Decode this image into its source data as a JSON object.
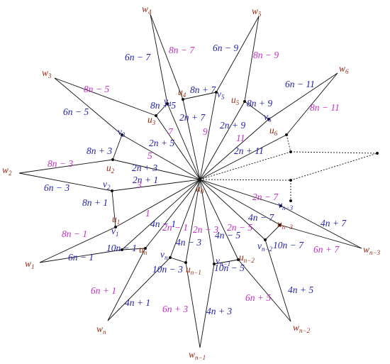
{
  "colors": {
    "vertex_label": "#9c2a12",
    "edge_label_blue": "#1f1fb4",
    "edge_label_magenta": "#c530c5",
    "edge": "#111111"
  },
  "center": {
    "base": "u",
    "sub": "0"
  },
  "vertex_labels": [
    {
      "base": "w",
      "sub": "4"
    },
    {
      "base": "w",
      "sub": "5"
    },
    {
      "base": "w",
      "sub": "3"
    },
    {
      "base": "w",
      "sub": "6"
    },
    {
      "base": "w",
      "sub": "2"
    },
    {
      "base": "w",
      "sub": "1"
    },
    {
      "base": "w",
      "sub": "n−3"
    },
    {
      "base": "w",
      "sub": "n"
    },
    {
      "base": "w",
      "sub": "n−2"
    },
    {
      "base": "w",
      "sub": "n−1"
    },
    {
      "base": "v",
      "sub": "4"
    },
    {
      "base": "v",
      "sub": "5"
    },
    {
      "base": "v",
      "sub": "3"
    },
    {
      "base": "v",
      "sub": "6"
    },
    {
      "base": "v",
      "sub": "2"
    },
    {
      "base": "v",
      "sub": "1"
    },
    {
      "base": "v",
      "sub": "n"
    },
    {
      "base": "v",
      "sub": "n−1"
    },
    {
      "base": "v",
      "sub": "n−2"
    },
    {
      "base": "v",
      "sub": "n−3"
    },
    {
      "base": "u",
      "sub": "4"
    },
    {
      "base": "u",
      "sub": "5"
    },
    {
      "base": "u",
      "sub": "3"
    },
    {
      "base": "u",
      "sub": "6"
    },
    {
      "base": "u",
      "sub": "2"
    },
    {
      "base": "u",
      "sub": "1"
    },
    {
      "base": "u",
      "sub": "n"
    },
    {
      "base": "u",
      "sub": "n−1"
    },
    {
      "base": "u",
      "sub": "n−2"
    },
    {
      "base": "u",
      "sub": "n−3"
    }
  ],
  "edge_labels": [
    {
      "text": "6n − 7",
      "color": "blue"
    },
    {
      "text": "8n − 7",
      "color": "magenta"
    },
    {
      "text": "6n − 9",
      "color": "blue"
    },
    {
      "text": "8n − 9",
      "color": "magenta"
    },
    {
      "text": "8n − 5",
      "color": "magenta"
    },
    {
      "text": "6n − 11",
      "color": "blue"
    },
    {
      "text": "8n − 11",
      "color": "magenta"
    },
    {
      "text": "6n − 5",
      "color": "blue"
    },
    {
      "text": "8n + 5",
      "color": "blue"
    },
    {
      "text": "8n + 7",
      "color": "blue"
    },
    {
      "text": "8n + 9",
      "color": "blue"
    },
    {
      "text": "8n + 3",
      "color": "blue"
    },
    {
      "text": "2n + 7",
      "color": "blue"
    },
    {
      "text": "2n + 9",
      "color": "blue"
    },
    {
      "text": "2n + 5",
      "color": "blue"
    },
    {
      "text": "2n + 11",
      "color": "blue"
    },
    {
      "text": "2n + 3",
      "color": "blue"
    },
    {
      "text": "2n + 1",
      "color": "blue"
    },
    {
      "text": "7",
      "color": "magenta"
    },
    {
      "text": "9",
      "color": "magenta"
    },
    {
      "text": "11",
      "color": "magenta"
    },
    {
      "text": "5",
      "color": "magenta"
    },
    {
      "text": "3",
      "color": "magenta"
    },
    {
      "text": "1",
      "color": "magenta"
    },
    {
      "text": "8n − 3",
      "color": "magenta"
    },
    {
      "text": "6n − 3",
      "color": "blue"
    },
    {
      "text": "8n + 1",
      "color": "blue"
    },
    {
      "text": "8n − 1",
      "color": "magenta"
    },
    {
      "text": "6n − 1",
      "color": "blue"
    },
    {
      "text": "10n − 1",
      "color": "blue"
    },
    {
      "text": "4n − 1",
      "color": "blue"
    },
    {
      "text": "2n − 1",
      "color": "magenta"
    },
    {
      "text": "2n − 3",
      "color": "magenta"
    },
    {
      "text": "4n − 3",
      "color": "blue"
    },
    {
      "text": "4n − 5",
      "color": "blue"
    },
    {
      "text": "2n − 5",
      "color": "magenta"
    },
    {
      "text": "4n − 7",
      "color": "blue"
    },
    {
      "text": "2n − 7",
      "color": "magenta"
    },
    {
      "text": "10n − 3",
      "color": "blue"
    },
    {
      "text": "10n − 5",
      "color": "blue"
    },
    {
      "text": "10n − 7",
      "color": "blue"
    },
    {
      "text": "4n + 7",
      "color": "blue"
    },
    {
      "text": "6n + 7",
      "color": "magenta"
    },
    {
      "text": "6n + 1",
      "color": "magenta"
    },
    {
      "text": "4n + 1",
      "color": "blue"
    },
    {
      "text": "6n + 3",
      "color": "magenta"
    },
    {
      "text": "4n + 3",
      "color": "blue"
    },
    {
      "text": "6n + 5",
      "color": "magenta"
    },
    {
      "text": "4n + 5",
      "color": "blue"
    }
  ]
}
